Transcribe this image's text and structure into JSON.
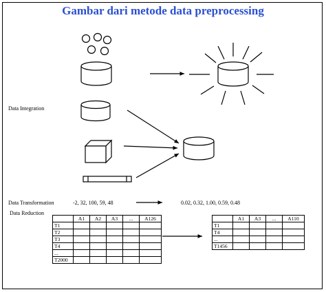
{
  "title": "Gambar dari metode data preprocessing",
  "labels": {
    "data_integration": "Data Integration",
    "data_transformation": "Data Transformation",
    "data_reduction": "Data Reduction"
  },
  "transformation": {
    "input_values": "-2, 32, 100, 59, 48",
    "output_values": "0.02,  0.32,  1.00, 0.59,  0.48"
  },
  "reduction": {
    "left_table": {
      "headers": [
        "",
        "A1",
        "A2",
        "A3",
        "...",
        "A126"
      ],
      "rows": [
        "T1",
        "T2",
        "T3",
        "T4",
        "...",
        "T2000"
      ]
    },
    "right_table": {
      "headers": [
        "",
        "A1",
        "A3",
        "...",
        "A110"
      ],
      "rows": [
        "T1",
        "T4",
        "...",
        "T1456"
      ]
    }
  },
  "colors": {
    "title": "#2a4fd0",
    "line": "#000000"
  }
}
